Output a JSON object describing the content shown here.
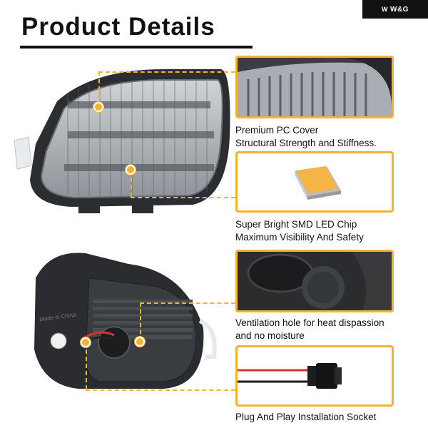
{
  "brand": {
    "logo_mark": "W",
    "name": "W&G"
  },
  "title": "Product Details",
  "features": [
    {
      "line1": "Premium PC Cover",
      "line2": "Structural Strength and Stiffness."
    },
    {
      "line1": "Super Bright SMD LED Chip",
      "line2": "Maximum Visibility And Safety"
    },
    {
      "line1": "Ventilation hole for heat dispassion",
      "line2": "and no moisture"
    },
    {
      "line1": "Plug And Play Installation Socket",
      "line2": ""
    }
  ],
  "housing_text": "Made in China",
  "colors": {
    "accent": "#f2b331",
    "text": "#111111",
    "brand_bg": "#111111"
  }
}
